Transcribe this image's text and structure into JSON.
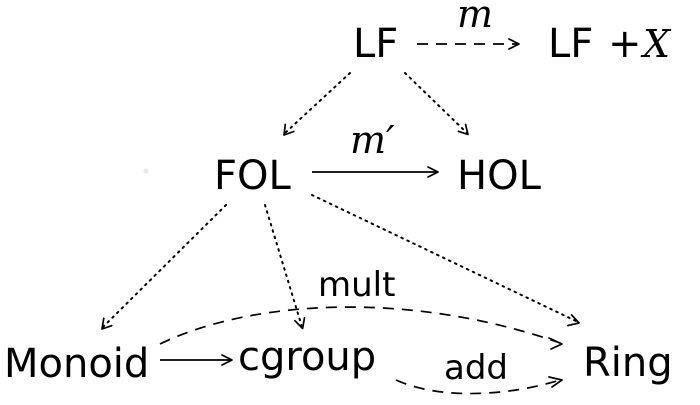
{
  "nodes": {
    "lf": "LF",
    "lf_x_prefix": "LF",
    "lf_x_plus": "+",
    "lf_x_var": "X",
    "fol": "FOL",
    "hol": "HOL",
    "monoid": "Monoid",
    "cgroup": "cgroup",
    "ring": "Ring"
  },
  "edge_labels": {
    "m": "m",
    "m_prime": "m′",
    "mult": "mult",
    "add": "add"
  },
  "edges": [
    {
      "from": "LF",
      "to": "LF + X",
      "style": "dashed",
      "label": "m"
    },
    {
      "from": "LF",
      "to": "FOL",
      "style": "dotted"
    },
    {
      "from": "LF",
      "to": "HOL",
      "style": "dotted"
    },
    {
      "from": "FOL",
      "to": "HOL",
      "style": "solid",
      "label": "m′"
    },
    {
      "from": "FOL",
      "to": "Monoid",
      "style": "dotted"
    },
    {
      "from": "FOL",
      "to": "cgroup",
      "style": "dotted"
    },
    {
      "from": "FOL",
      "to": "Ring",
      "style": "dotted"
    },
    {
      "from": "Monoid",
      "to": "cgroup",
      "style": "solid"
    },
    {
      "from": "Monoid",
      "to": "Ring",
      "style": "dashed",
      "label": "mult"
    },
    {
      "from": "cgroup",
      "to": "Ring",
      "style": "dashed",
      "label": "add"
    }
  ]
}
